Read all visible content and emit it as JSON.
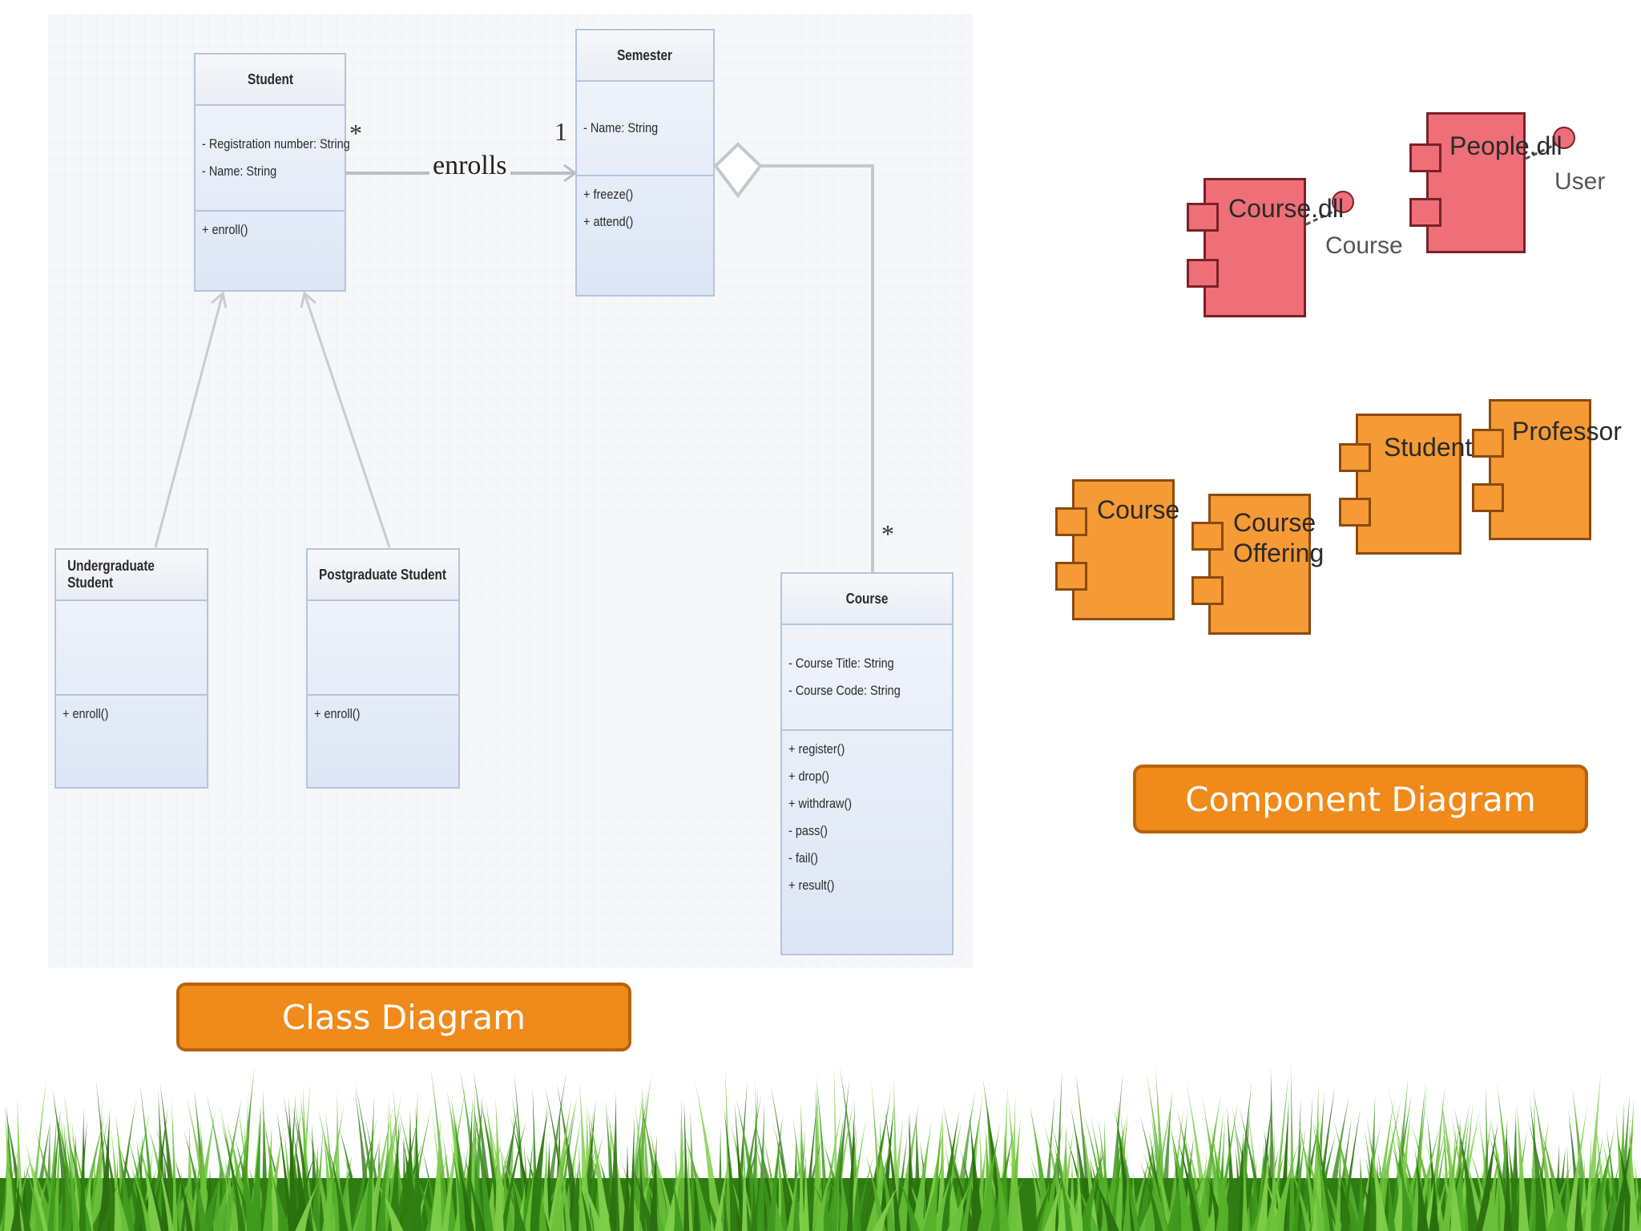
{
  "class_diagram": {
    "classes": {
      "student": {
        "name": "Student",
        "attributes": [
          "- Registration number: String",
          "- Name: String"
        ],
        "operations": [
          "+ enroll()"
        ]
      },
      "semester": {
        "name": "Semester",
        "attributes": [
          "- Name: String"
        ],
        "operations": [
          "+ freeze()",
          "+ attend()"
        ]
      },
      "undergraduate": {
        "name": "Undergraduate Student",
        "attributes": [],
        "operations": [
          "+ enroll()"
        ]
      },
      "postgraduate": {
        "name": "Postgraduate Student",
        "attributes": [],
        "operations": [
          "+ enroll()"
        ]
      },
      "course": {
        "name": "Course",
        "attributes": [
          "- Course Title: String",
          "- Course Code: String"
        ],
        "operations": [
          "+ register()",
          "+ drop()",
          "+ withdraw()",
          "- pass()",
          "- fail()",
          "+ result()"
        ]
      }
    },
    "association": {
      "label": "enrolls",
      "student_multiplicity": "*",
      "semester_multiplicity": "1"
    },
    "aggregation": {
      "course_multiplicity": "*"
    },
    "caption": "Class Diagram"
  },
  "component_diagram": {
    "components": {
      "course_dll": "Course.dll",
      "people_dll": "People.dll",
      "course": "Course",
      "course_offering": "Course\nOffering",
      "student": "Student",
      "professor": "Professor"
    },
    "interfaces": {
      "course": "Course",
      "user": "User"
    },
    "caption": "Component Diagram"
  },
  "colors": {
    "caption_fill": "#f08a1a",
    "caption_border": "#b8620e",
    "component_red": "#ee6f78",
    "component_orange": "#f59a35",
    "uml_fill": "#dde6f6",
    "grass": "#3f9a1e"
  }
}
